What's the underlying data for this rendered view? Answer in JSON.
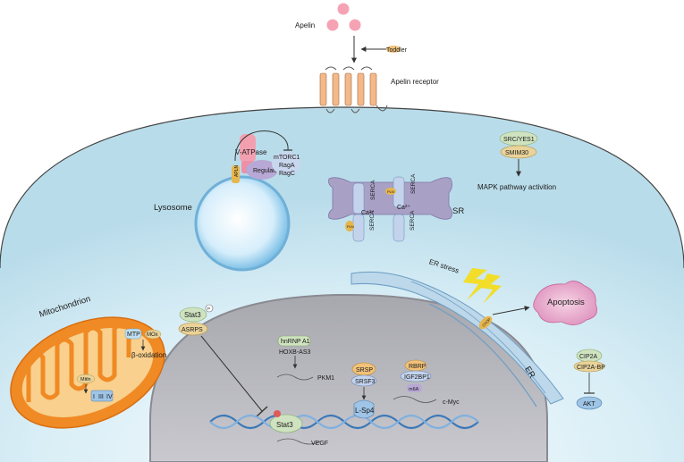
{
  "ligand": {
    "label": "Apelin",
    "inhibitor": "Toddler"
  },
  "receptor": {
    "label": "Apelin receptor"
  },
  "lysosome": {
    "label": "Lysosome",
    "v_atpase": "V-ATPase",
    "regulator": "Regulator",
    "mtorc1": "mTORC1",
    "rag_a": "RagA",
    "rag_c": "RagC",
    "apln_tag": "APLN"
  },
  "sr": {
    "label": "SR",
    "serca_labels": [
      "SERCA",
      "SERCA",
      "SERCA",
      "SERCA"
    ],
    "calcium": "Ca²⁺",
    "pln_tags": [
      "PLN",
      "PLN"
    ]
  },
  "mapk": {
    "src": "SRC/YES1",
    "smim30": "SMIM30",
    "activation": "MAPK pathway  activition"
  },
  "er": {
    "label": "ER",
    "stress": "ER stress",
    "chop_tag": "CHOP",
    "apoptosis": "Apoptosis"
  },
  "mitochondrion": {
    "label": "Mitochondrion",
    "mtp": "MTP",
    "mox": "MOx",
    "beta_oxidation": "β-oxidation",
    "mitln": "Mitln",
    "complexes": [
      "I",
      "III",
      "IV"
    ]
  },
  "nucleus": {
    "stat3_top": "Stat3",
    "asrps": "ASRPS",
    "p_badge": "P",
    "stat3_bottom": "Stat3",
    "vegf": "VEGF",
    "hnrnp": "hnRNP A1",
    "hoxb": "HOXB-AS3",
    "pkm1": "PKM1",
    "srsp": "SRSP",
    "srsf3": "SRSF3",
    "lsp4": "L-Sp4",
    "rbrp": "RBRP",
    "igf2bp1": "IGF2BP1",
    "m6a": "m6A",
    "cmyc": "c-Myc"
  },
  "akt_pathway": {
    "cip2a": "CIP2A",
    "cip2a_bp": "CIP2A-BP",
    "akt": "AKT"
  },
  "colors": {
    "cytoplasm": "#cfe8f2",
    "nucleus": "#b5b5bd",
    "lysosome": "#bfe2f5",
    "sr": "#a9a0c6",
    "mitochondrion": "#f08a24",
    "apoptosis": "#e7a3c6",
    "apelin": "#f5a3b4"
  }
}
